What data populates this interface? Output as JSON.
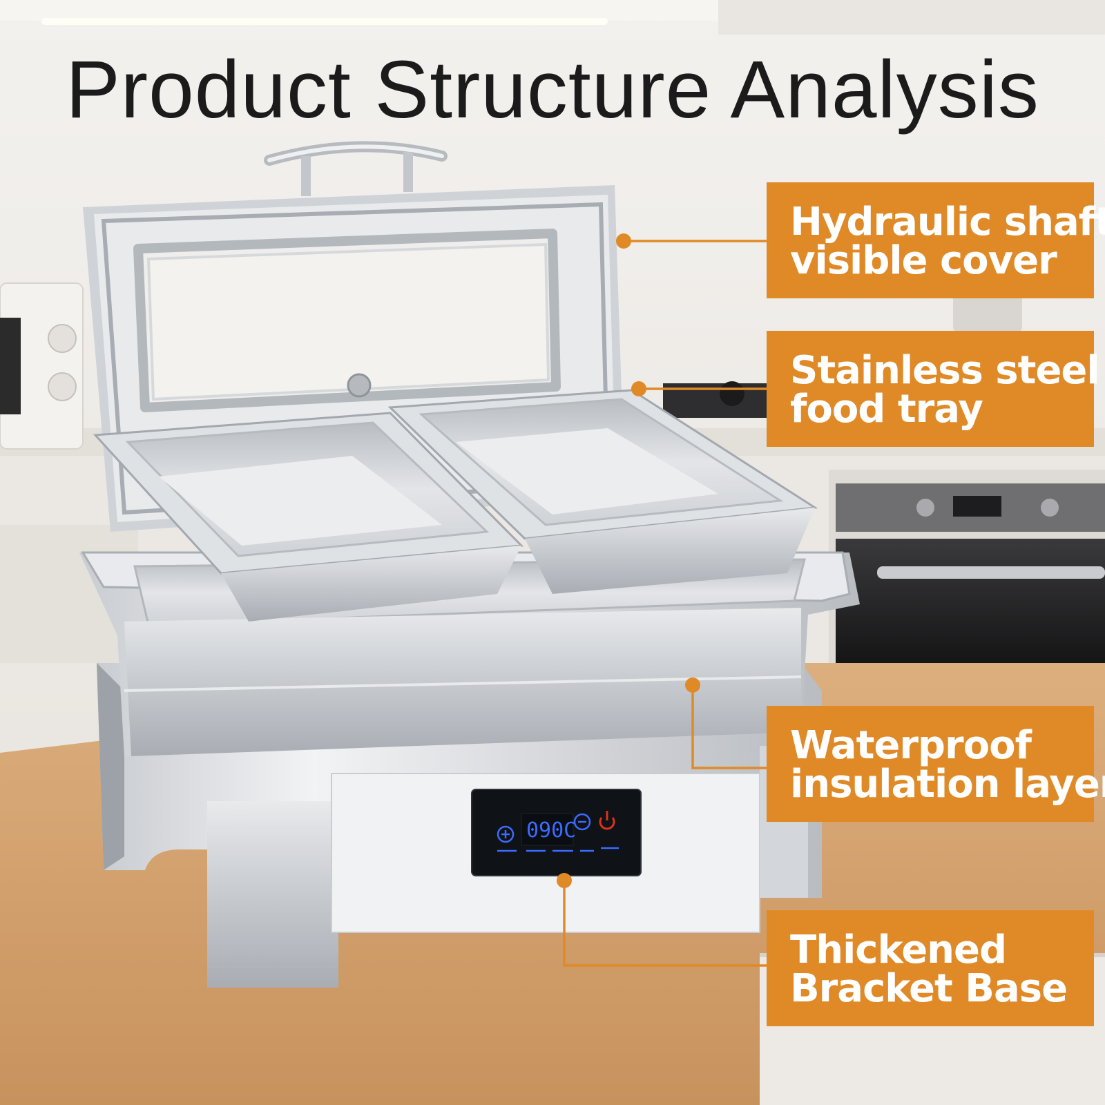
{
  "title": "Product Structure Analysis",
  "colors": {
    "accent": "#e08a27",
    "label_text": "#ffffff",
    "title_text": "#1b1b1b",
    "display_digits": "#3a6cff",
    "power_icon": "#e0301c"
  },
  "labels": [
    {
      "line1": "Hydraulic shaft",
      "line2": "visible cover"
    },
    {
      "line1": "Stainless steel",
      "line2": "food tray"
    },
    {
      "line1": "Waterproof",
      "line2": "insulation layer"
    },
    {
      "line1": "Thickened",
      "line2": "Bracket Base"
    }
  ],
  "control_panel": {
    "temperature_display": "090C",
    "plus_icon": "plus-circle-icon",
    "minus_icon": "minus-circle-icon",
    "power_icon": "power-icon"
  }
}
